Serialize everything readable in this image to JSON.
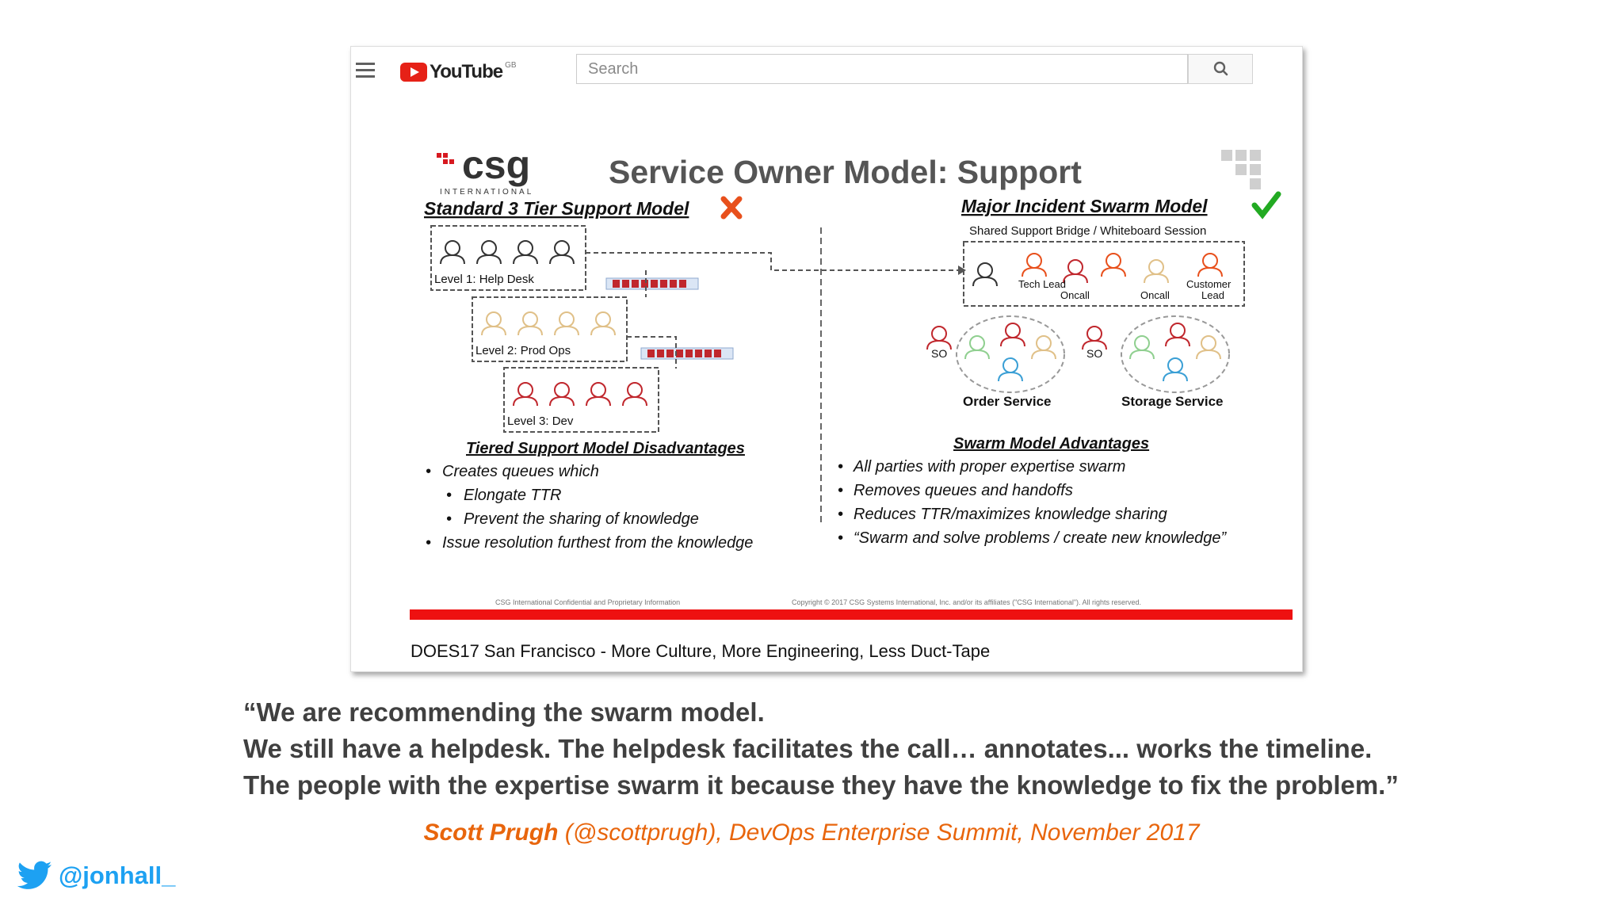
{
  "youtube": {
    "logo_text": "YouTube",
    "region": "GB",
    "search_placeholder": "Search"
  },
  "slide": {
    "company_logo": "csg",
    "company_sub": "INTERNATIONAL",
    "title": "Service Owner Model: Support",
    "left_heading": "Standard 3 Tier Support Model",
    "right_heading": "Major Incident Swarm Model",
    "bridge_label": "Shared Support Bridge / Whiteboard Session",
    "levels": [
      "Level 1: Help Desk",
      "Level 2: Prod Ops",
      "Level 3: Dev"
    ],
    "bridge_roles": [
      "Tech Lead",
      "Oncall",
      "Oncall",
      "Customer",
      "Lead"
    ],
    "so_label": "SO",
    "services": [
      "Order Service",
      "Storage Service"
    ],
    "disadv_heading": "Tiered Support Model Disadvantages",
    "disadv": [
      "Creates queues which",
      "Elongate TTR",
      "Prevent the sharing of knowledge",
      "Issue resolution furthest from the knowledge"
    ],
    "adv_heading": "Swarm Model Advantages",
    "adv": [
      "All parties with proper expertise swarm",
      "Removes queues and handoffs",
      "Reduces TTR/maximizes knowledge sharing",
      "“Swarm and solve problems / create new knowledge”"
    ],
    "footer_left": "CSG International Confidential and Proprietary Information",
    "footer_right": "Copyright © 2017 CSG Systems International, Inc. and/or its affiliates (\"CSG International\"). All rights reserved.",
    "video_caption": "DOES17 San Francisco - More Culture, More Engineering, Less Duct-Tape"
  },
  "quote": {
    "line1": "“We are recommending the swarm model.",
    "line2": "We still have a helpdesk. The helpdesk facilitates the call… annotates... works the timeline.",
    "line3": "The people with the expertise swarm it because they have the knowledge to fix the problem.”"
  },
  "attribution": {
    "name": "Scott Prugh",
    "rest": " (@scottprugh), DevOps Enterprise Summit, November 2017"
  },
  "twitter": {
    "handle": "@jonhall_"
  },
  "colors": {
    "accent_orange": "#e8650c",
    "twitter_blue": "#1da1f2",
    "youtube_red": "#e62117",
    "slide_red": "#ee1111"
  }
}
